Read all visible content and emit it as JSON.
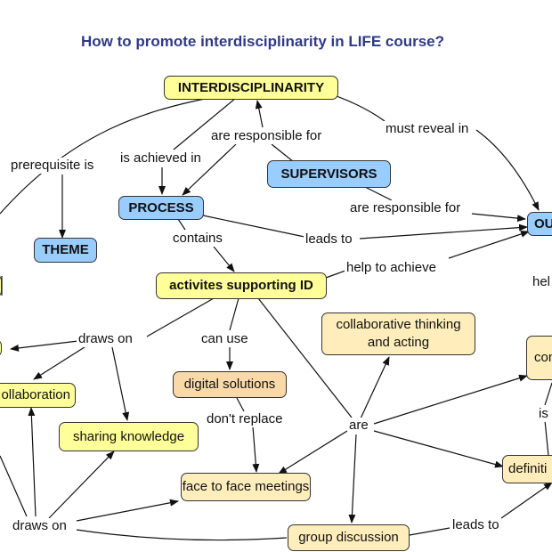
{
  "title": "How to promote interdisciplinarity in LIFE course?",
  "colors": {
    "yellow_node": "#ffff99",
    "blue_node": "#99ccff",
    "tan_node": "#ffeebb",
    "peach_node": "#fad9a8",
    "title": "#2e3a87"
  },
  "nodes": {
    "interdisciplinarity": "INTERDISCIPLINARITY",
    "supervisors": "SUPERVISORS",
    "process": "PROCESS",
    "theme": "THEME",
    "outcomes": "OU",
    "activities": "activites supporting ID",
    "collab_thinking": "collaborative thinking and acting",
    "digital": "digital solutions",
    "collaboration": "ollaboration",
    "sharing": "sharing knowledge",
    "face": "face to face meetings",
    "group": "group discussion",
    "con": "con",
    "definition": "definiti"
  },
  "links": {
    "prerequisite": "prerequisite is",
    "achieved": "is achieved in",
    "responsible_top": "are responsible for",
    "must_reveal": "must reveal in",
    "responsible_right": "are responsible for",
    "contains": "contains",
    "leads_to_top": "leads to",
    "help_achieve": "help to achieve",
    "hel": "hel",
    "draws_on_top": "draws on",
    "can_use": "can use",
    "dont_replace": "don't replace",
    "are": "are",
    "is": "is",
    "draws_on_bottom": "draws on",
    "leads_to_bottom": "leads to"
  }
}
